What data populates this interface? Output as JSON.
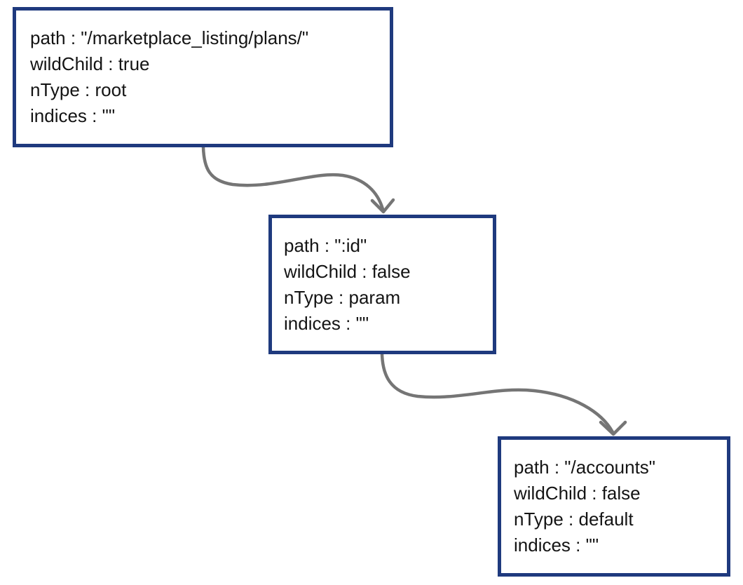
{
  "colors": {
    "background": "#ffffff",
    "box_border": "#1f3a7e",
    "arrow": "#757575",
    "text": "#141414"
  },
  "nodes": [
    {
      "id": "root",
      "lines": [
        "path : \"/marketplace_listing/plans/\"",
        "wildChild : true",
        "nType : root",
        "indices : \"\""
      ]
    },
    {
      "id": "param",
      "lines": [
        "path : \":id\"",
        "wildChild : false",
        "nType : param",
        "indices : \"\""
      ]
    },
    {
      "id": "default",
      "lines": [
        "path : \"/accounts\"",
        "wildChild : false",
        "nType : default",
        "indices : \"\""
      ]
    }
  ]
}
